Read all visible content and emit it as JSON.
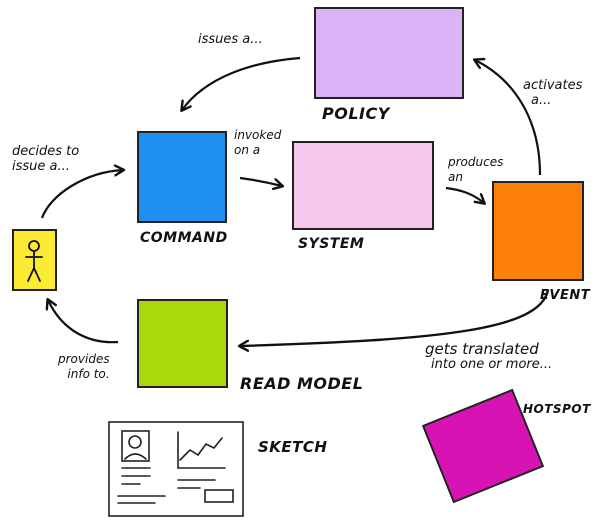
{
  "colors": {
    "policy": "#dcb3f7",
    "command": "#1e8ff0",
    "system": "#f8c8ec",
    "event": "#fb7f08",
    "read_model": "#a9d90d",
    "actor": "#fbeb32",
    "hotspot": "#d813b4",
    "stroke": "#222222"
  },
  "labels": {
    "policy": "POLICY",
    "command": "COMMAND",
    "system": "SYSTEM",
    "event": "EVENT",
    "read_model": "READ MODEL",
    "sketch": "SKETCH",
    "hotspot": "HOTSPOT"
  },
  "notes": {
    "issues": "issues a...",
    "activates_1": "activates",
    "activates_2": "a...",
    "decides_1": "decides to",
    "decides_2": "issue a...",
    "invoked_1": "invoked",
    "invoked_2": "on a",
    "produces_1": "produces",
    "produces_2": "an",
    "provides_1": "provides",
    "provides_2": "info to.",
    "translated_1": "gets translated",
    "translated_2": "into one or more..."
  },
  "icons": {
    "actor": "stick-figure-icon",
    "sketch": "wireframe-sketch-icon"
  }
}
